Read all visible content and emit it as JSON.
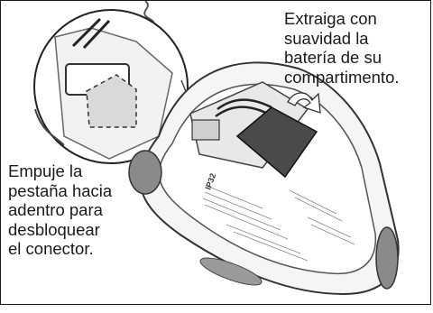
{
  "callouts": {
    "remove_battery": {
      "lines": [
        "Extraiga con",
        "suavidad la",
        "batería de su",
        "compartimento."
      ]
    },
    "unlock_connector": {
      "lines": [
        "Empuje la",
        "pestaña hacia",
        "adentro para",
        "desbloquear",
        "el conector."
      ]
    }
  },
  "label_rating": "IP32"
}
